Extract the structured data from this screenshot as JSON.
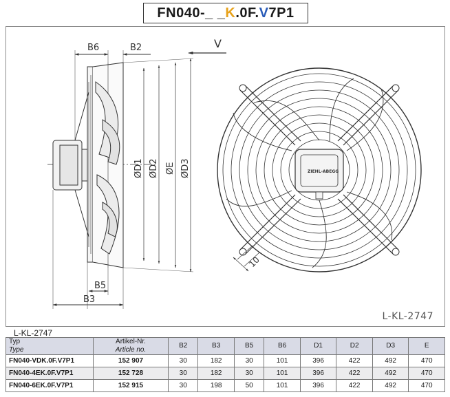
{
  "title": {
    "prefix": "FN040-_ _",
    "k": "K",
    "mid": ".0F.",
    "v": "V",
    "suffix": "7P1"
  },
  "drawing": {
    "side_labels": {
      "b6": "B6",
      "b2": "B2",
      "v": "V",
      "b5": "B5",
      "b3": "B3",
      "d1": "ØD1",
      "d2": "ØD2",
      "e": "ØE",
      "d3": "ØD3"
    },
    "front_labels": {
      "hole": "10",
      "brand": "ZIEHL-ABEGG"
    },
    "reference": "L-KL-2747"
  },
  "table": {
    "caption": "L-KL-2747",
    "headers": {
      "type_de": "Typ",
      "type_en": "Type",
      "article_de": "Artikel-Nr.",
      "article_en": "Article no.",
      "cols": [
        "B2",
        "B3",
        "B5",
        "B6",
        "D1",
        "D2",
        "D3",
        "E"
      ]
    },
    "rows": [
      {
        "type": "FN040-VDK.0F.V7P1",
        "article": "152 907",
        "vals": [
          "30",
          "182",
          "30",
          "101",
          "396",
          "422",
          "492",
          "470"
        ]
      },
      {
        "type": "FN040-4EK.0F.V7P1",
        "article": "152 728",
        "vals": [
          "30",
          "182",
          "30",
          "101",
          "396",
          "422",
          "492",
          "470"
        ]
      },
      {
        "type": "FN040-6EK.0F.V7P1",
        "article": "152 915",
        "vals": [
          "30",
          "198",
          "50",
          "101",
          "396",
          "422",
          "492",
          "470"
        ]
      }
    ]
  }
}
